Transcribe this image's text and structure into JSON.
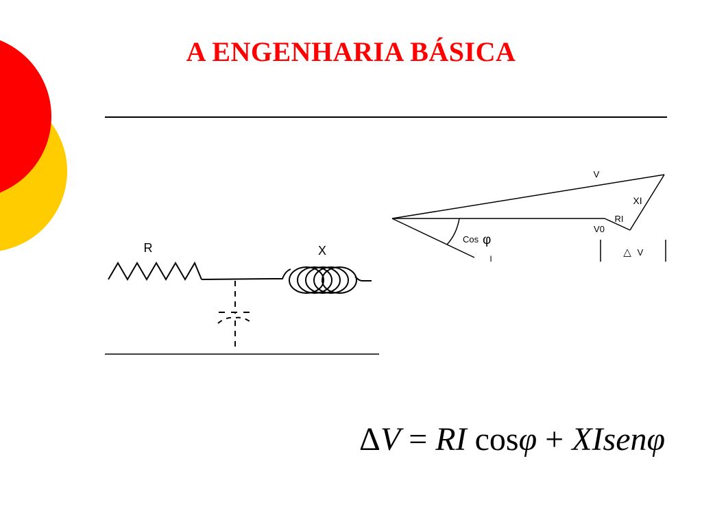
{
  "slide": {
    "title": "A ENGENHARIA BÁSICA",
    "colors": {
      "title": "#ff0000",
      "circle_red": "#ff0000",
      "circle_yellow": "#ffcc00",
      "line": "#000000"
    }
  },
  "circuit": {
    "resistor_label": "R",
    "reactance_label": "X"
  },
  "phasor": {
    "v_label": "V",
    "xi_label": "XI",
    "ri_label": "RI",
    "v0_label": "V0",
    "cos_label": "Cos",
    "phi_symbol": "φ",
    "i_label": "I",
    "delta_symbol": "△",
    "delta_v_label": "V"
  },
  "formula": {
    "delta": "Δ",
    "v": "V",
    "equals": " = ",
    "ri": "RI",
    "cos": " cos",
    "phi1": "φ",
    "plus": " + ",
    "xisen": "XIsen",
    "phi2": "φ"
  }
}
